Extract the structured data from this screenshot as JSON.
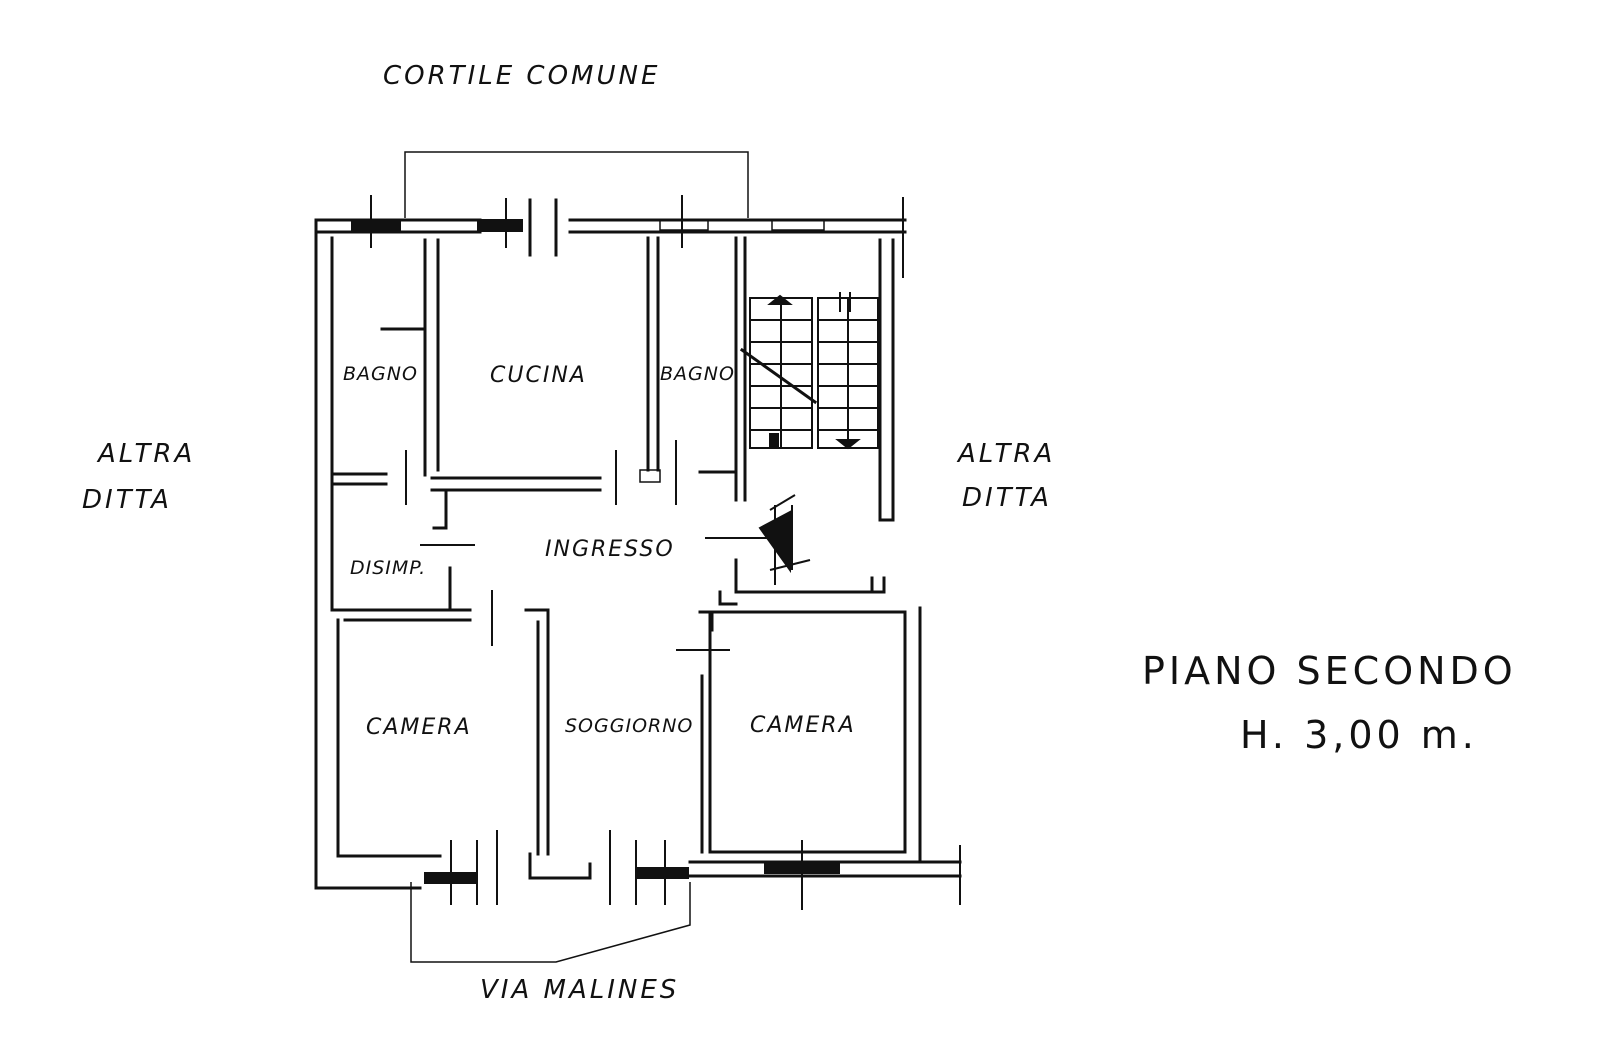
{
  "surroundings": {
    "north": "CORTILE COMUNE",
    "south": "VIA MALINES",
    "west_line1": "ALTRA",
    "west_line2": "DITTA",
    "east_line1": "ALTRA",
    "east_line2": "DITTA"
  },
  "rooms": {
    "bagno_left": "BAGNO",
    "cucina": "CUCINA",
    "bagno_right": "BAGNO",
    "ingresso": "INGRESSO",
    "disimpegno": "DISIMP.",
    "camera_left": "CAMERA",
    "soggiorno": "SOGGIORNO",
    "camera_right": "CAMERA"
  },
  "plan_info": {
    "floor": "PIANO SECONDO",
    "height": "H. 3,00 m."
  },
  "colors": {
    "ink": "#111111",
    "paper": "#ffffff"
  }
}
